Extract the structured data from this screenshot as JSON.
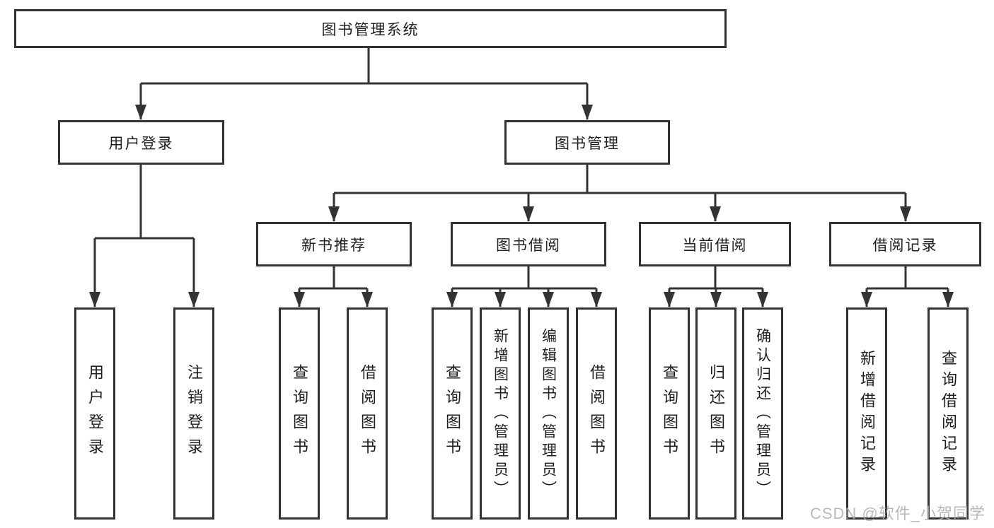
{
  "tree": {
    "root": {
      "label": "图书管理系统"
    },
    "branches": [
      {
        "label": "用户登录",
        "children": [
          {
            "label": "用户登录"
          },
          {
            "label": "注销登录"
          }
        ]
      },
      {
        "label": "图书管理",
        "children": [
          {
            "label": "新书推荐",
            "children": [
              {
                "label": "查询图书"
              },
              {
                "label": "借阅图书"
              }
            ]
          },
          {
            "label": "图书借阅",
            "children": [
              {
                "label": "查询图书"
              },
              {
                "label": "新增图书（管理员）"
              },
              {
                "label": "编辑图书（管理员）"
              },
              {
                "label": "借阅图书"
              }
            ]
          },
          {
            "label": "当前借阅",
            "children": [
              {
                "label": "查询图书"
              },
              {
                "label": "归还图书"
              },
              {
                "label": "确认归还（管理员）"
              }
            ]
          },
          {
            "label": "借阅记录",
            "children": [
              {
                "label": "新增借阅记录"
              },
              {
                "label": "查询借阅记录"
              }
            ]
          }
        ]
      }
    ]
  },
  "watermark": {
    "text": "CSDN @软件_小贺同学"
  },
  "colors": {
    "line": "#333333",
    "text": "#1f1f1f",
    "background": "#ffffff",
    "watermark": "#a8a8a8"
  }
}
